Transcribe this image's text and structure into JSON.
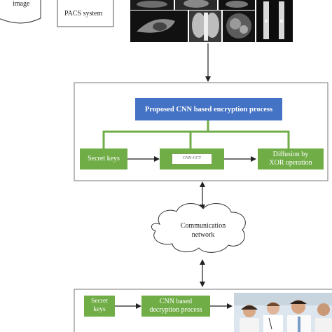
{
  "top": {
    "image_label": "image",
    "pacs_label": "PACS system"
  },
  "encryption": {
    "title": "Proposed CNN based encryption process",
    "secret_keys": "Secret keys",
    "cnn_box": "CNN-CCT",
    "diffusion": "Diffusion by\nXOR operation"
  },
  "network": {
    "label": "Communication\nnetwork"
  },
  "decryption": {
    "secret_keys": "Secret\nkeys",
    "cnn_decryption": "CNN based\ndecryption process"
  },
  "colors": {
    "blue": "#4472c4",
    "green": "#70ad47",
    "line": "#222222"
  }
}
